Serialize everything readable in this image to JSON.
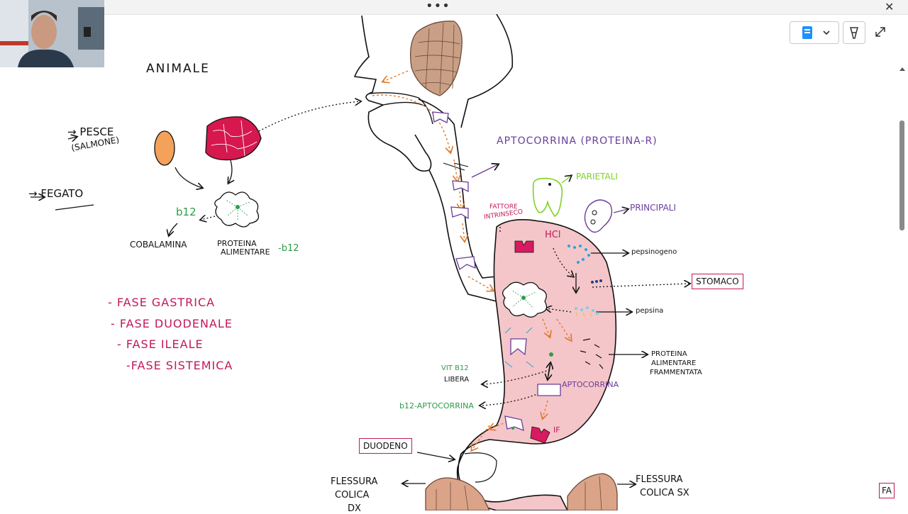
{
  "window": {
    "menu_dots": "•••",
    "close_label": "✕"
  },
  "toolbar": {
    "notebook_icon": "notebook-icon",
    "dropdown_icon": "chevron-down-icon",
    "highlighter_icon": "highlighter-icon",
    "expand_icon": "expand-icon",
    "dropdown_label": "⌄"
  },
  "partial_label": "FA",
  "labels": {
    "animale": "ANIMALE",
    "pesce": "→ PESCE",
    "salmone": "(SALMONE)",
    "fegato": "→ FEGATO",
    "b12_left": "b12",
    "cobalamina": "COBALAMINA",
    "proteina_line1": "PROTEINA",
    "proteina_line2": "ALIMENTARE",
    "proteina_b12": "-b12",
    "aptocorrina_title": "APTOCORRINA (PROTEINA-R)",
    "parietali": "PARIETALI",
    "principali": "PRINCIPALI",
    "fattore_line1": "FATTORE",
    "fattore_line2": "INTRINSECO",
    "hcl": "HCl",
    "pepsinogeno": "pepsinogeno",
    "pepsina": "pepsina",
    "proteina_fram_1": "PROTEINA",
    "proteina_fram_2": "ALIMENTARE",
    "proteina_fram_3": "FRAMMENTATA",
    "aptocorrina_stomach": "APTOCORRINA",
    "vit_b12": "VIT B12",
    "libera": "LIBERA",
    "b12_aptocorrina": "b12-APTOCORRINA",
    "if_label": "IF",
    "flessura_dx_1": "FLESSURA",
    "flessura_dx_2": "COLICA",
    "flessura_dx_3": "DX",
    "flessura_sx_1": "FLESSURA",
    "flessura_sx_2": "COLICA SX"
  },
  "boxes": {
    "stomaco": "STOMACO",
    "duodeno": "DUODENO"
  },
  "phases": [
    "- FASE GASTRICA",
    "- FASE DUODENALE",
    "- FASE ILEALE",
    "-FASE SISTEMICA"
  ],
  "colors": {
    "pink_fill": "#f4c6c9",
    "magenta": "#c2185b",
    "orange": "#e8a13d",
    "green": "#2e9c4a",
    "purple": "#6a3d9a",
    "meat": "#d6184e",
    "pancreas": "#c9a086"
  }
}
